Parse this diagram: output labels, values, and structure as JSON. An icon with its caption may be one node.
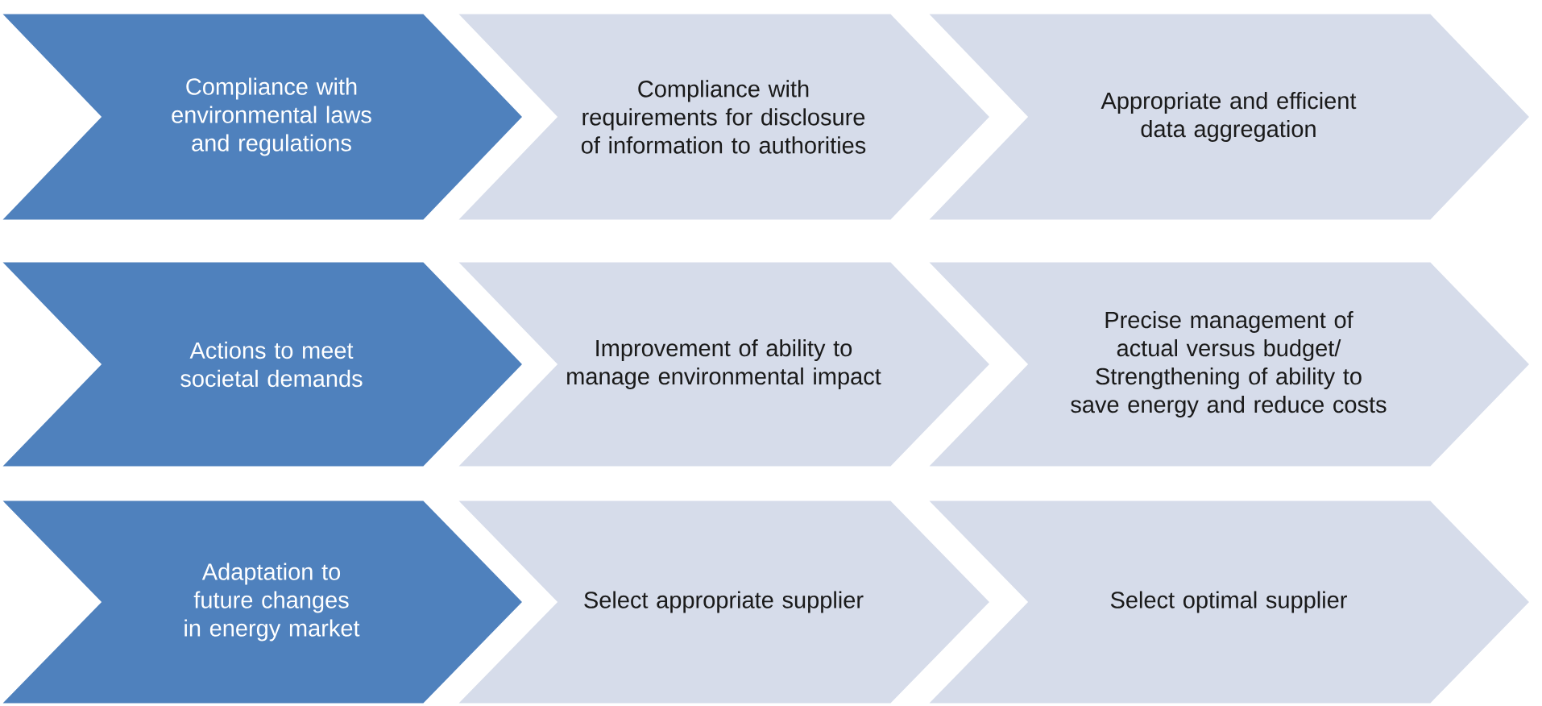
{
  "diagram": {
    "nodes": [
      {
        "text": [
          "Compliance with environmental laws and regulations"
        ]
      },
      {
        "text": [
          "Compliance with requirements for disclosure of information to authorities"
        ]
      },
      {
        "text": [
          "Appropriate and efficient data aggregation"
        ]
      },
      {
        "text": [
          "Actions to meet societal demands"
        ]
      },
      {
        "text": [
          "Improvement of ability to manage environmental impact"
        ]
      },
      {
        "text": [
          "Precise management of actual versus budget/ Strengthening of ability to save energy and reduce costs"
        ]
      },
      {
        "text": [
          "Adaptation to future changes in energy market"
        ]
      },
      {
        "text": [
          "Select appropriate supplier"
        ]
      },
      {
        "text": [
          "Select optimal supplier"
        ]
      }
    ]
  }
}
